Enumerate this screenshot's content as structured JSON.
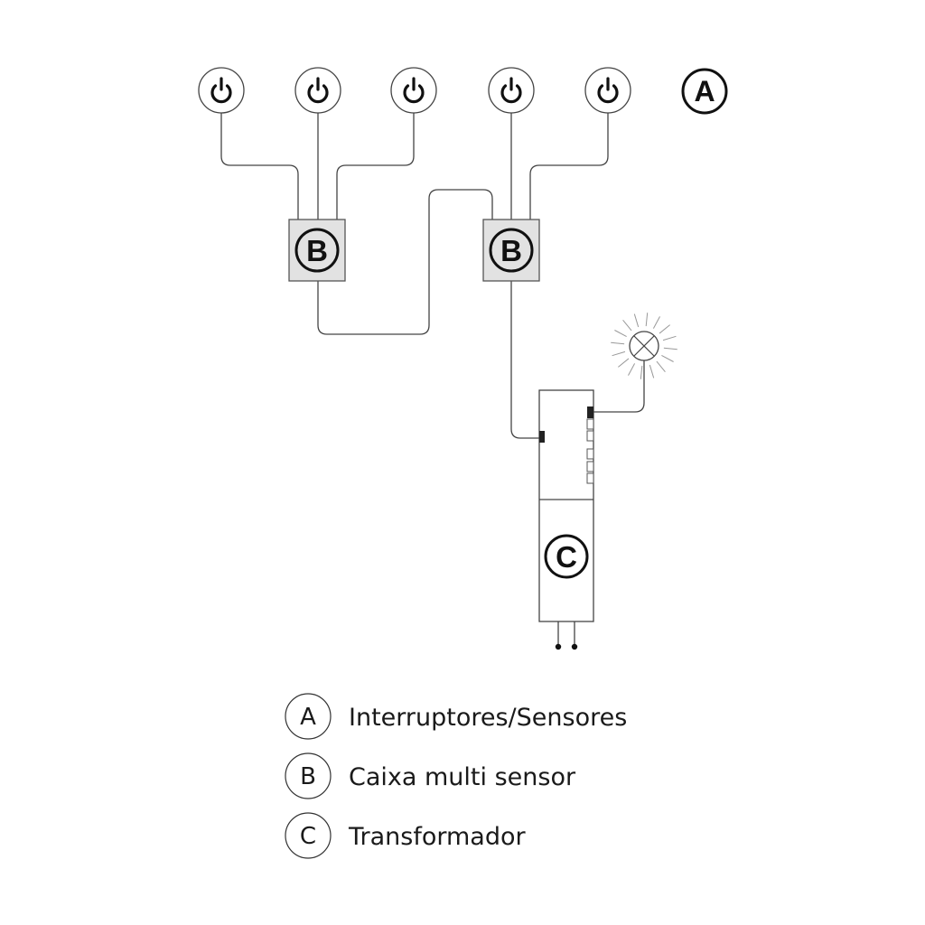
{
  "diagram": {
    "switch_count": 5,
    "labels": {
      "a": "A",
      "b": "B",
      "c": "C"
    },
    "legend": [
      {
        "key": "A",
        "text": "Interruptores/Sensores"
      },
      {
        "key": "B",
        "text": "Caixa multi sensor"
      },
      {
        "key": "C",
        "text": "Transformador"
      }
    ]
  }
}
